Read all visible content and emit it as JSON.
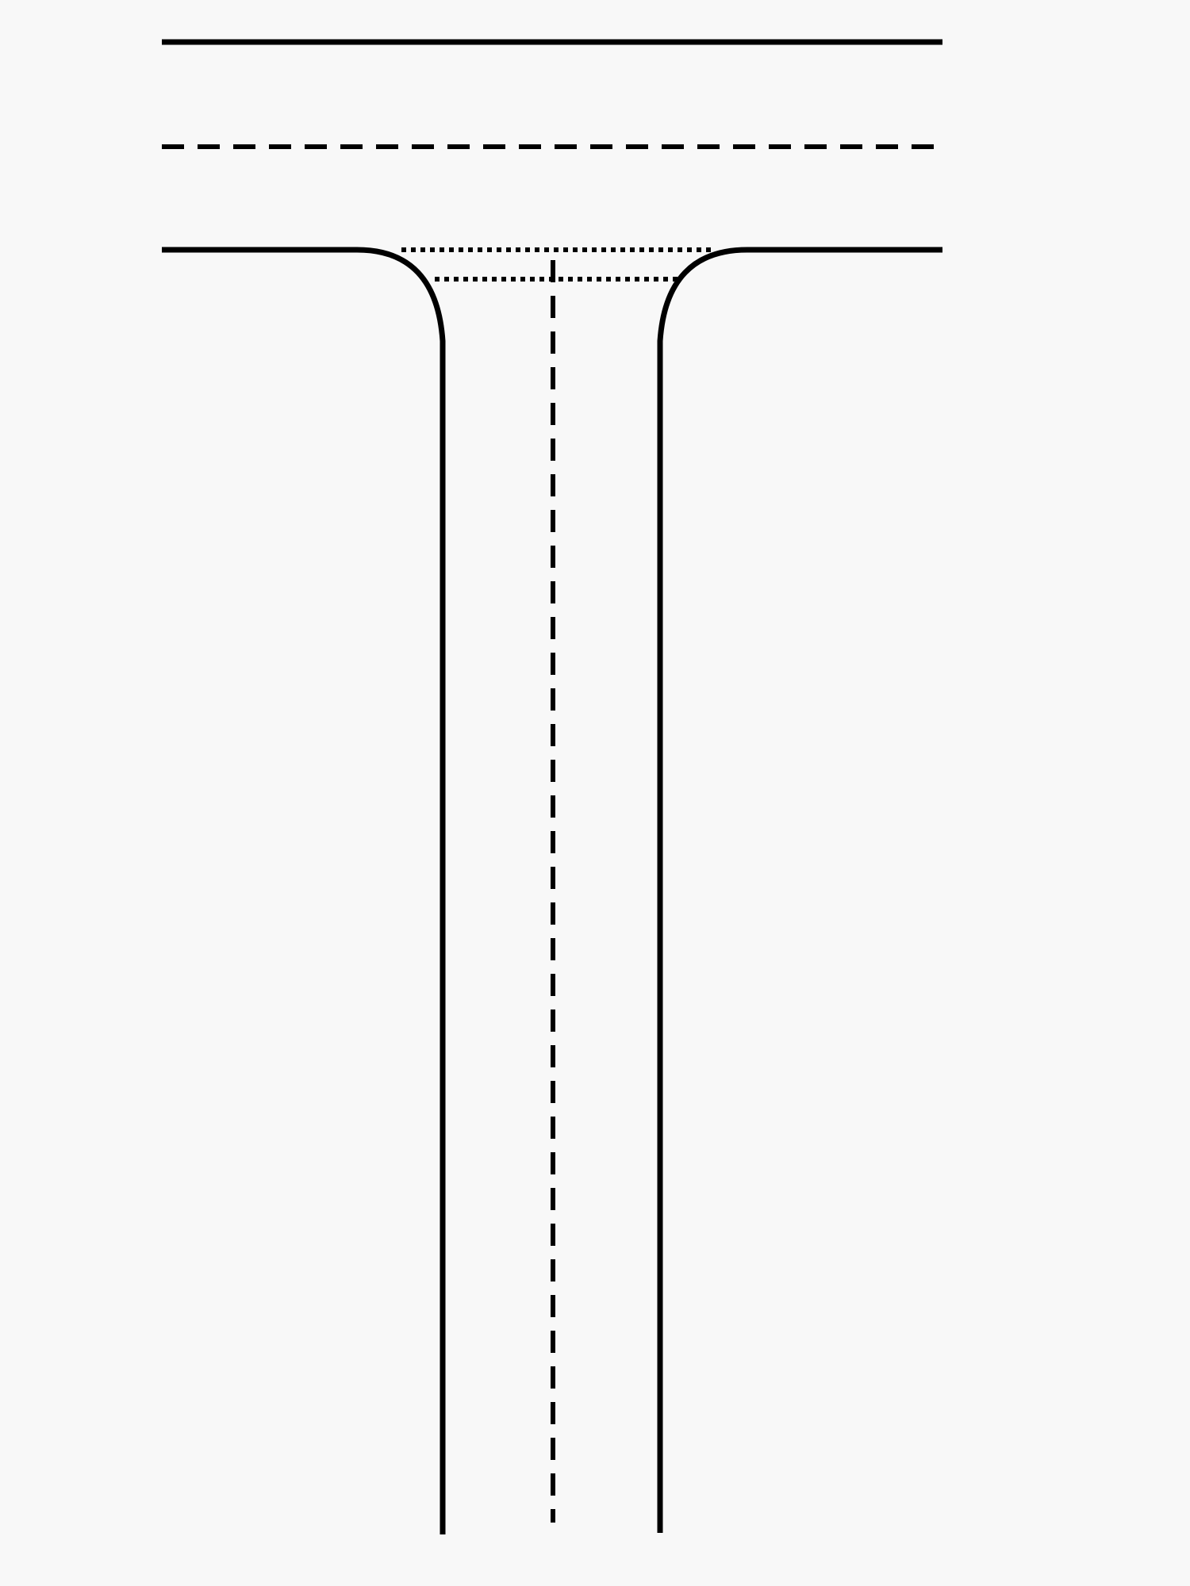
{
  "diagram": {
    "kind": "t-junction-road-markings",
    "background_color": "#f8f8f8",
    "line_color": "#000000",
    "elements": [
      "main-road-top-edge",
      "main-road-center-dashed-line",
      "main-road-bottom-edge-left",
      "main-road-bottom-edge-right",
      "side-road-left-edge",
      "side-road-right-edge",
      "side-road-center-dashed-line",
      "junction-stop-line-outer-dotted",
      "junction-stop-line-inner-dotted"
    ]
  }
}
